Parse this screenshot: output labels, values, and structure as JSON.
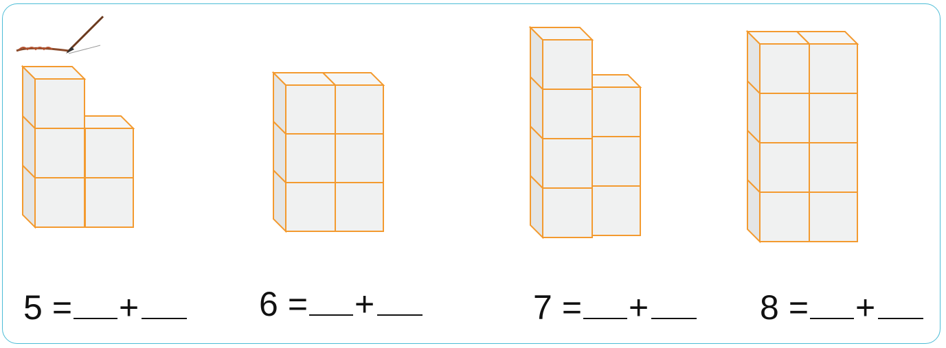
{
  "logo": {
    "icon": "paintbrush-logo-icon"
  },
  "equations": [
    {
      "number": "5",
      "equals": "=",
      "plus": "+",
      "top_row_blocks": 1,
      "second_column_blocks": 2,
      "first_column_blocks": 3
    },
    {
      "number": "6",
      "equals": "=",
      "plus": "+",
      "first_column_blocks": 3,
      "second_column_blocks": 3
    },
    {
      "number": "7",
      "equals": "=",
      "plus": "+",
      "first_column_blocks": 4,
      "second_column_blocks": 3
    },
    {
      "number": "8",
      "equals": "=",
      "plus": "+",
      "first_column_blocks": 4,
      "second_column_blocks": 4
    }
  ],
  "colors": {
    "cube_edge": "#f39a2f",
    "cube_fill": "#f0f1f1",
    "frame_border": "#4bbcd6"
  }
}
